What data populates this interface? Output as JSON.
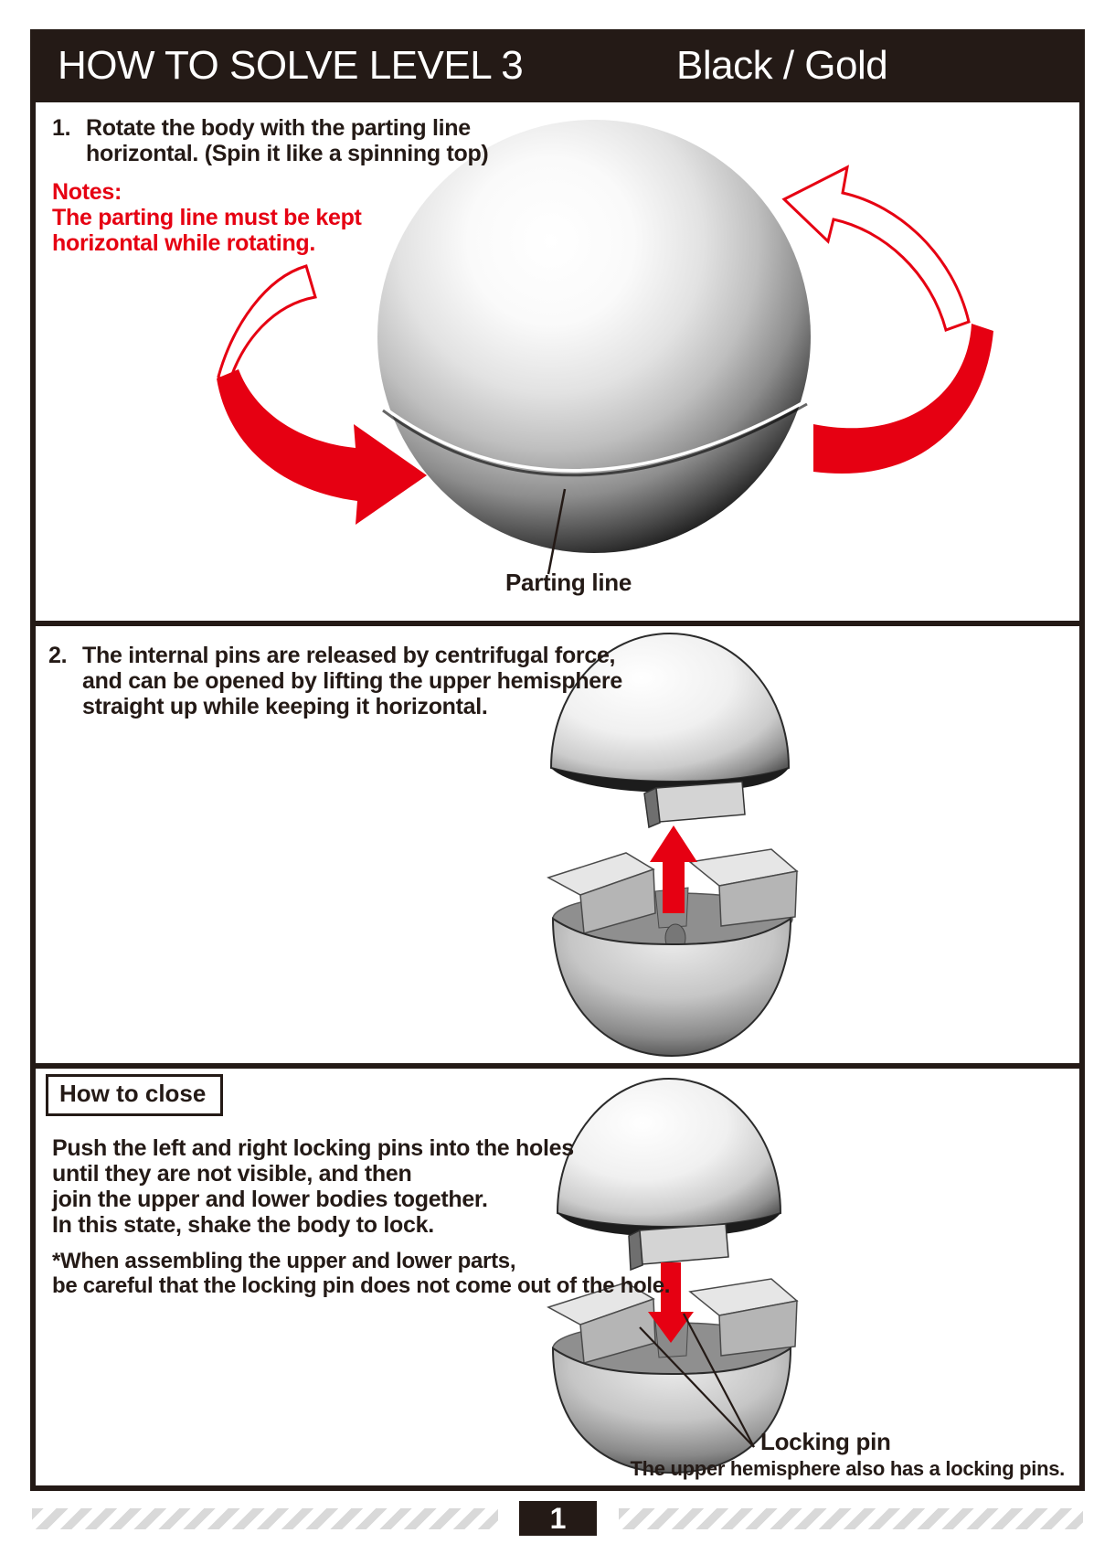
{
  "header": {
    "title": "HOW TO SOLVE LEVEL 3",
    "edition": "Black / Gold"
  },
  "step1": {
    "number": "1.",
    "lines": [
      "Rotate the body with the parting line",
      "horizontal. (Spin it like a spinning top)"
    ],
    "notes": {
      "title": "Notes:",
      "lines": [
        "The parting line must be kept",
        "horizontal while rotating."
      ]
    },
    "parting_line_label": "Parting line"
  },
  "step2": {
    "number": "2.",
    "lines": [
      "The internal pins are released by centrifugal force,",
      "and can be opened by lifting the upper hemisphere",
      "straight up while keeping it horizontal."
    ]
  },
  "close_section": {
    "box_label": "How to close",
    "lines": [
      "Push the left and right locking pins into the holes",
      "until they are not visible, and then",
      "join the upper and lower bodies together.",
      "In this state, shake the body to lock."
    ],
    "note_lines": [
      "*When assembling the upper and lower parts,",
      "be careful that the locking pin does not come out of the hole."
    ],
    "locking_pin_label": "Locking pin",
    "upper_pin_note": "The upper hemisphere also has a locking pins."
  },
  "footer": {
    "page_number": "1"
  },
  "colors": {
    "ink": "#241a16",
    "accent_red": "#e60012",
    "stripe_gray": "#d9d9d9"
  }
}
